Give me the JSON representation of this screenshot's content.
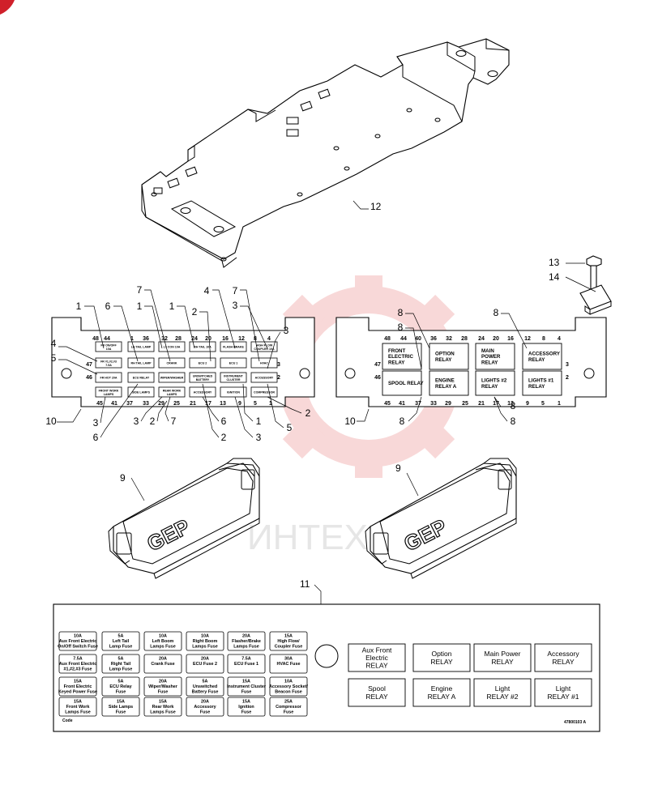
{
  "callouts": {
    "bracket": "12",
    "bolt": "13",
    "washer": "14",
    "left_top": [
      "1",
      "6",
      "7",
      "1",
      "1",
      "2",
      "4",
      "7",
      "3"
    ],
    "left_side": [
      "4",
      "5"
    ],
    "left_bottom": [
      "10",
      "3",
      "6",
      "3",
      "2",
      "7",
      "6",
      "2",
      "1",
      "3",
      "5",
      "2",
      "3"
    ],
    "right": [
      "8",
      "8",
      "8",
      "8"
    ],
    "right_bottom": [
      "10",
      "8",
      "8"
    ],
    "cover_left": "9",
    "cover_right": "9",
    "label": "11"
  },
  "left_panel": {
    "pins_top": [
      "48",
      "44",
      "1",
      "36",
      "32",
      "28",
      "24",
      "20",
      "16",
      "12",
      "8",
      "4"
    ],
    "pins_bottom": [
      "45",
      "41",
      "37",
      "33",
      "29",
      "25",
      "21",
      "17",
      "13",
      "9",
      "5",
      "1"
    ],
    "pins_left": [
      "47",
      "46"
    ],
    "pins_right": [
      "3",
      "2"
    ],
    "row1": [
      "FR ON/OFF 10A",
      "LH TAIL LAMP",
      "LT CON 10A",
      "RH TAIL 10A",
      "FLASH BRAKE",
      "HIGH FLOW COUPLER 10A"
    ],
    "row2": [
      "FR #1,#2,#3 7.5A",
      "RH TAIL LAMP",
      "CRANK",
      "ECU 2",
      "ECU 1",
      "HVAC"
    ],
    "row3": [
      "FR HOT 20A",
      "ECU RELAY",
      "WIPER/WASHER",
      "UNSWITCHED BATTERY",
      "INSTRUMENT CLUSTER",
      "ACCESSORY"
    ],
    "row4": [
      "FRONT WORK LAMPS",
      "SIDE LAMPS",
      "REAR WORK LAMPS",
      "ACCESSORY",
      "IGNITION",
      "COMPRESSOR"
    ]
  },
  "right_panel": {
    "pins_top": [
      "48",
      "44",
      "40",
      "36",
      "32",
      "28",
      "24",
      "20",
      "16",
      "12",
      "8",
      "4"
    ],
    "pins_bottom": [
      "45",
      "41",
      "37",
      "33",
      "29",
      "25",
      "21",
      "17",
      "13",
      "9",
      "5",
      "1"
    ],
    "pins_left": [
      "47",
      "46"
    ],
    "pins_right": [
      "3",
      "2"
    ],
    "relays": [
      {
        "lines": [
          "FRONT",
          "ELECTRIC",
          "RELAY"
        ]
      },
      {
        "lines": [
          "OPTION",
          "RELAY"
        ]
      },
      {
        "lines": [
          "MAIN",
          "POWER",
          "RELAY"
        ]
      },
      {
        "lines": [
          "ACCESSORY",
          "RELAY"
        ]
      },
      {
        "lines": [
          "SPOOL RELAY"
        ]
      },
      {
        "lines": [
          "ENGINE",
          "RELAY A"
        ]
      },
      {
        "lines": [
          "LIGHTS #2",
          "RELAY"
        ]
      },
      {
        "lines": [
          "LIGHTS #1",
          "RELAY"
        ]
      }
    ]
  },
  "cover_logo": "GEP",
  "label": {
    "fuses": [
      [
        "10A",
        "Aux Front Electric",
        "On/Off Switch Fuse"
      ],
      [
        "5A",
        "Left Tail",
        "Lamp Fuse"
      ],
      [
        "10A",
        "Left Boom",
        "Lamps Fuse"
      ],
      [
        "10A",
        "Right Boom",
        "Lamps Fuse"
      ],
      [
        "20A",
        "Flasher/Brake",
        "Lamps Fuse"
      ],
      [
        "15A",
        "High Flow/",
        "Coupler Fuse"
      ],
      [
        "7.5A",
        "Aux Front Electric",
        "#1,#2,#3 Fuse"
      ],
      [
        "5A",
        "Right Tail",
        "Lamp Fuse"
      ],
      [
        "20A",
        "Crank Fuse",
        ""
      ],
      [
        "20A",
        "ECU Fuse 2",
        ""
      ],
      [
        "7.5A",
        "ECU Fuse 1",
        ""
      ],
      [
        "30A",
        "HVAC Fuse",
        ""
      ],
      [
        "15A",
        "Front Electric",
        "Keyed Power Fuse"
      ],
      [
        "5A",
        "ECU Relay",
        "Fuse"
      ],
      [
        "20A",
        "Wiper/Washer",
        "Fuse"
      ],
      [
        "5A",
        "Unswitched",
        "Battery Fuse"
      ],
      [
        "15A",
        "Instrument Cluster",
        "Fuse"
      ],
      [
        "10A",
        "Accessory Socket/",
        "Beacon Fuse"
      ],
      [
        "15A",
        "Front Work",
        "Lamps Fuse"
      ],
      [
        "15A",
        "Side Lamps",
        "Fuse"
      ],
      [
        "15A",
        "Rear Work",
        "Lamps Fuse"
      ],
      [
        "20A",
        "Accessory",
        "Fuse"
      ],
      [
        "15A",
        "Ignition",
        "Fuse"
      ],
      [
        "25A",
        "Compressor",
        "Fuse"
      ]
    ],
    "relays": [
      [
        "Aux Front",
        "Electric",
        "RELAY"
      ],
      [
        "Option",
        "RELAY"
      ],
      [
        "Main Power",
        "RELAY"
      ],
      [
        "Accessory",
        "RELAY"
      ],
      [
        "Spool",
        "RELAY"
      ],
      [
        "Engine",
        "RELAY A"
      ],
      [
        "Light",
        "RELAY #2"
      ],
      [
        "Light",
        "RELAY #1"
      ]
    ],
    "code_text": "Code",
    "part_number": "47800103 A"
  },
  "watermark": "ИНТЕХ"
}
